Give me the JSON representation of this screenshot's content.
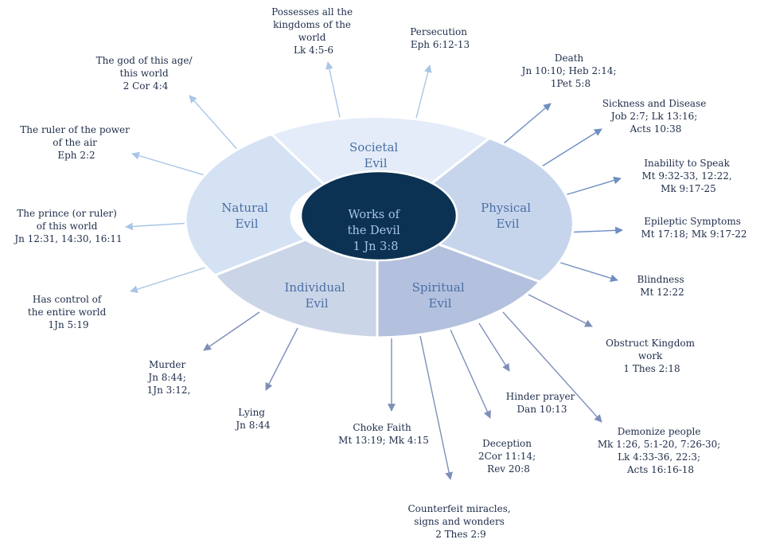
{
  "center": {
    "lines": [
      "Works of",
      "the Devil",
      "1 Jn 3:8"
    ]
  },
  "segments": [
    {
      "id": "societal",
      "lines": [
        "Societal",
        "Evil"
      ],
      "color": "#e3ecf8"
    },
    {
      "id": "physical",
      "lines": [
        "Physical",
        "Evil"
      ],
      "color": "#c7d5ec"
    },
    {
      "id": "spiritual",
      "lines": [
        "Spiritual",
        "Evil"
      ],
      "color": "#b3c1de"
    },
    {
      "id": "individual",
      "lines": [
        "Individual",
        "Evil"
      ],
      "color": "#cbd5e8"
    },
    {
      "id": "natural",
      "lines": [
        "Natural",
        "Evil"
      ],
      "color": "#d4e2f4"
    }
  ],
  "colors": {
    "center_fill": "#0b3253",
    "ring_stroke": "#ffffff"
  },
  "annotations": [
    {
      "id": "possesses-kingdoms",
      "lines": [
        "Possesses all the",
        "kingdoms of the",
        "world",
        "Lk 4:5-6"
      ]
    },
    {
      "id": "persecution",
      "lines": [
        "Persecution",
        "Eph 6:12-13"
      ]
    },
    {
      "id": "god-of-this-age",
      "lines": [
        "The god of this age/",
        "this world",
        "2 Cor 4:4"
      ]
    },
    {
      "id": "ruler-of-air",
      "lines": [
        "The ruler of the power",
        "of the air",
        "Eph 2:2"
      ]
    },
    {
      "id": "prince-of-world",
      "lines": [
        "The prince (or ruler)",
        "of this world",
        "Jn 12:31, 14:30, 16:11"
      ]
    },
    {
      "id": "control-world",
      "lines": [
        "Has control of",
        "the entire world",
        "1Jn 5:19"
      ]
    },
    {
      "id": "death",
      "lines": [
        "Death",
        "Jn 10:10; Heb 2:14;",
        "1Pet 5:8"
      ]
    },
    {
      "id": "sickness",
      "lines": [
        "Sickness and Disease",
        "Job 2:7; Lk 13:16;",
        "Acts 10:38"
      ]
    },
    {
      "id": "inability-speak",
      "lines": [
        "Inability to Speak",
        "Mt 9:32-33, 12:22,",
        "Mk 9:17-25"
      ]
    },
    {
      "id": "epileptic",
      "lines": [
        "Epileptic Symptoms",
        "Mt 17:18; Mk 9:17-22"
      ]
    },
    {
      "id": "blindness",
      "lines": [
        "Blindness",
        "Mt 12:22"
      ]
    },
    {
      "id": "obstruct-kingdom",
      "lines": [
        "Obstruct Kingdom",
        "work",
        "1 Thes 2:18"
      ]
    },
    {
      "id": "demonize",
      "lines": [
        "Demonize people",
        "Mk 1:26, 5:1-20, 7:26-30;",
        "Lk 4:33-36, 22:3;",
        "Acts 16:16-18"
      ]
    },
    {
      "id": "hinder-prayer",
      "lines": [
        "Hinder prayer",
        "Dan 10:13"
      ]
    },
    {
      "id": "deception",
      "lines": [
        "Deception",
        "2Cor 11:14;",
        "Rev 20:8"
      ]
    },
    {
      "id": "counterfeit",
      "lines": [
        "Counterfeit miracles,",
        "signs and wonders",
        "2 Thes 2:9"
      ]
    },
    {
      "id": "choke-faith",
      "lines": [
        "Choke Faith",
        "Mt 13:19; Mk 4:15"
      ]
    },
    {
      "id": "lying",
      "lines": [
        "Lying",
        "Jn 8:44"
      ]
    },
    {
      "id": "murder",
      "lines": [
        "Murder",
        "Jn 8:44;",
        "1Jn 3:12,"
      ]
    }
  ]
}
